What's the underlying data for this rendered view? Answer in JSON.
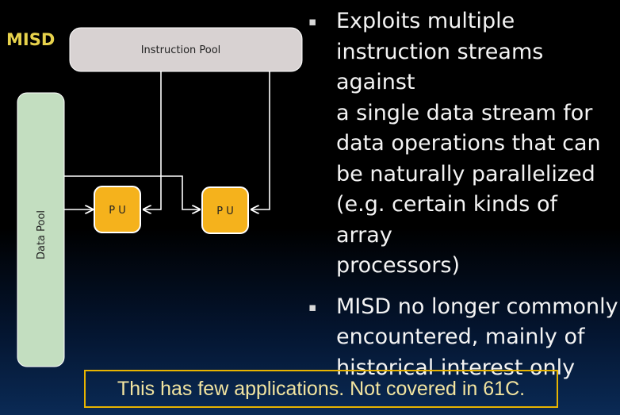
{
  "title": "MISD",
  "diagram": {
    "instruction_pool": "Instruction Pool",
    "data_pool": "Data Pool",
    "pu_labels": [
      "P U",
      "P U"
    ],
    "colors": {
      "pool_box": "#d8d2d2",
      "data_pool_box": "#c3dec0",
      "pu_fill": "#f5b21c",
      "pu_border": "#ffffff",
      "connector": "#ffffff"
    }
  },
  "bullets": [
    {
      "lines": [
        "Exploits multiple",
        "instruction streams against",
        "a single data stream for",
        "data operations that can",
        "be naturally parallelized",
        "(e.g. certain kinds of array",
        "processors)"
      ]
    },
    {
      "lines": [
        "MISD no longer commonly",
        "encountered, mainly of",
        "historical interest only"
      ]
    }
  ],
  "bullet_marker": "▪",
  "note": "This has few applications. Not covered in 61C.",
  "colors": {
    "title": "#e7d24c",
    "note_border": "#e8b400",
    "note_text": "#f2e4a0"
  }
}
